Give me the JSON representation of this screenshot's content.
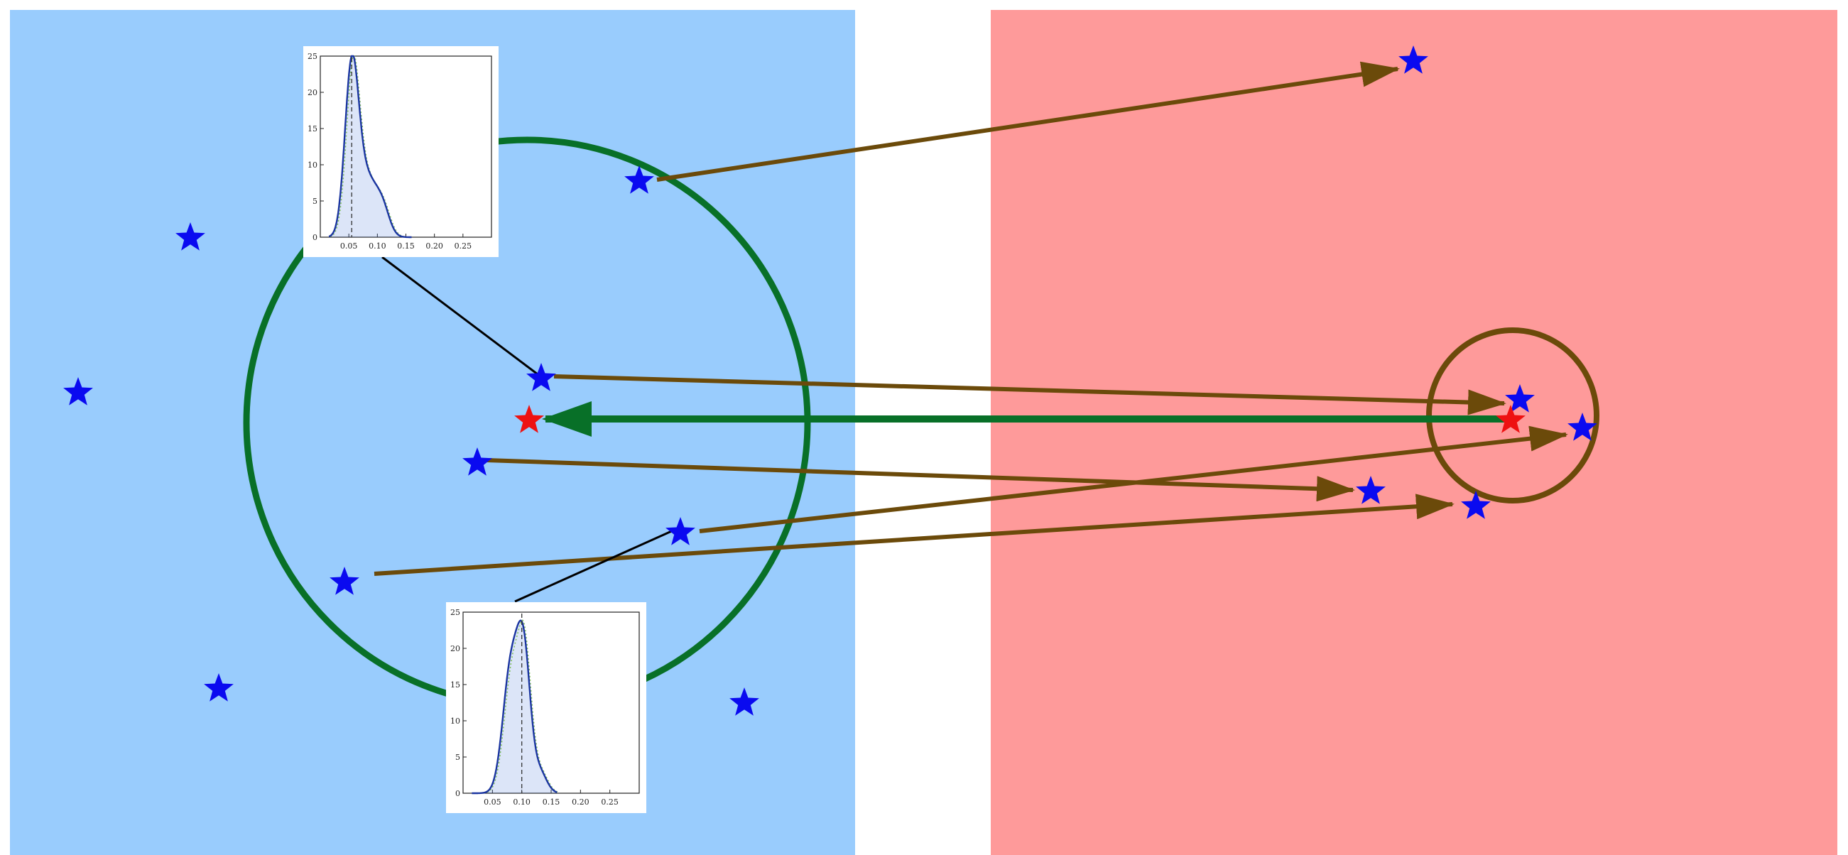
{
  "colors": {
    "left_panel": "#99ccfd",
    "right_panel": "#fe9a9a",
    "star_blue": "#0a0af0",
    "star_red": "#ee1111",
    "green": "#087028",
    "brown": "#6b4a0a",
    "connector": "#000000",
    "density_line": "#1a34a0",
    "density_fill": "#3f6fd8",
    "density_dotted": "#7fbf5a"
  },
  "icons": {
    "query_star": "red-star-icon",
    "sample_star": "blue-star-icon"
  },
  "insets": [
    {
      "name": "density-plot-top",
      "y_ticks": [
        "0",
        "5",
        "10",
        "15",
        "20",
        "25"
      ],
      "x_ticks": [
        "0.05",
        "0.10",
        "0.15",
        "0.20",
        "0.25"
      ],
      "x_range": [
        0,
        0.3
      ],
      "y_range": [
        0,
        25
      ],
      "peak_value": 0.055
    },
    {
      "name": "density-plot-bottom",
      "y_ticks": [
        "0",
        "5",
        "10",
        "15",
        "20",
        "25"
      ],
      "x_ticks": [
        "0.05",
        "0.10",
        "0.15",
        "0.20",
        "0.25"
      ],
      "x_range": [
        0,
        0.3
      ],
      "y_range": [
        0,
        25
      ],
      "peak_value": 0.1
    }
  ]
}
